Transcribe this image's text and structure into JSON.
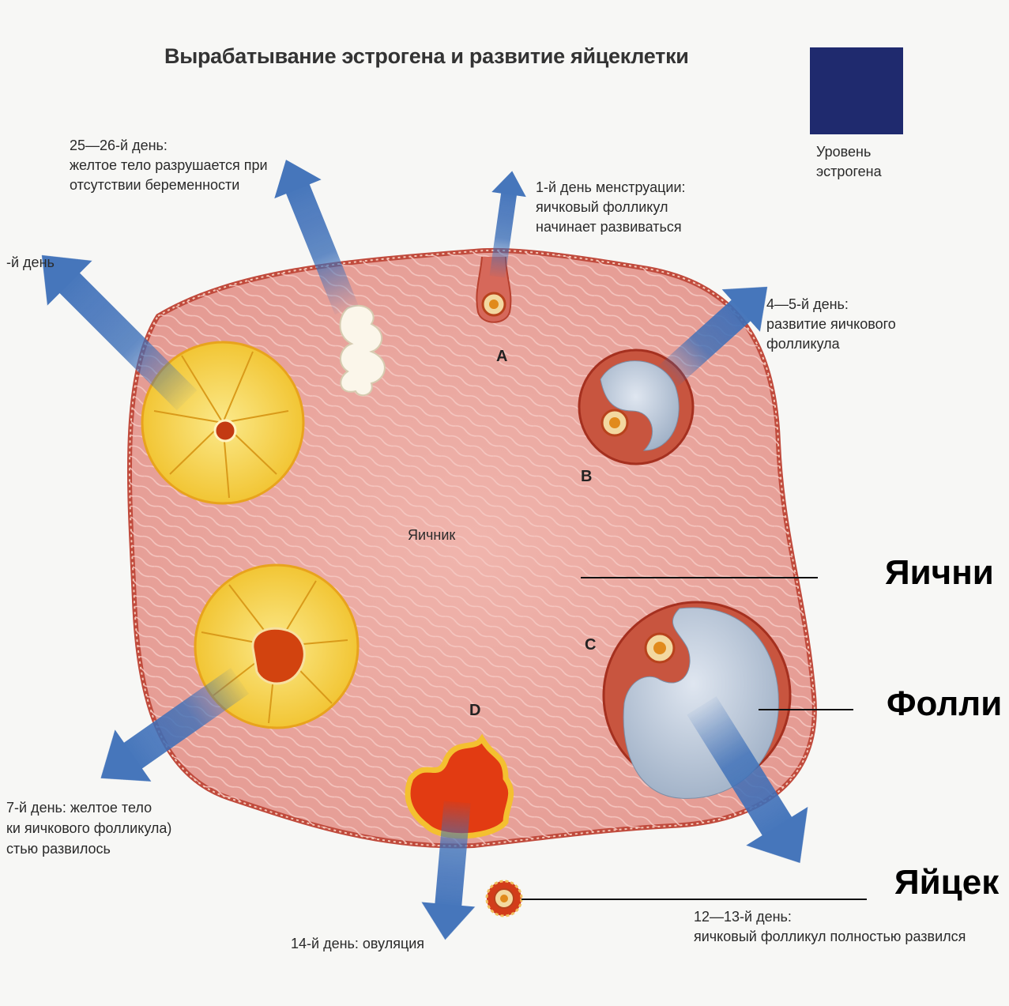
{
  "title": "Вырабатывание эстрогена и развитие яйцеклетки",
  "legend": {
    "label_line1": "Уровень",
    "label_line2": "эстрогена",
    "color": "#1f2a6e"
  },
  "labels": {
    "day25": [
      "25—26-й день:",
      "желтое тело разрушается при",
      "отсутствии беременности"
    ],
    "day1": [
      "1-й день менструации:",
      "яичковый фолликул",
      "начинает развиваться"
    ],
    "day4": [
      "4—5-й день:",
      "развитие яичкового",
      "фолликула"
    ],
    "day_left_top": "-й день",
    "day_left_bottom": [
      "7-й день: желтое тело",
      "ки яичкового фолликула)",
      "стью развилось"
    ],
    "day14": "14-й день: овуляция",
    "day12": [
      "12—13-й день:",
      "яичковый фолликул полностью развился"
    ],
    "ovary": "Яичник"
  },
  "stage_letters": {
    "a": "A",
    "b": "B",
    "c": "C",
    "d": "D"
  },
  "callouts": {
    "ovary": "Яични",
    "follicle": "Фолли",
    "egg": "Яйцек"
  },
  "colors": {
    "ovary_fill": "#e9a39b",
    "corpus": "#f2cc3b",
    "arrow": "#3d6fb8"
  }
}
